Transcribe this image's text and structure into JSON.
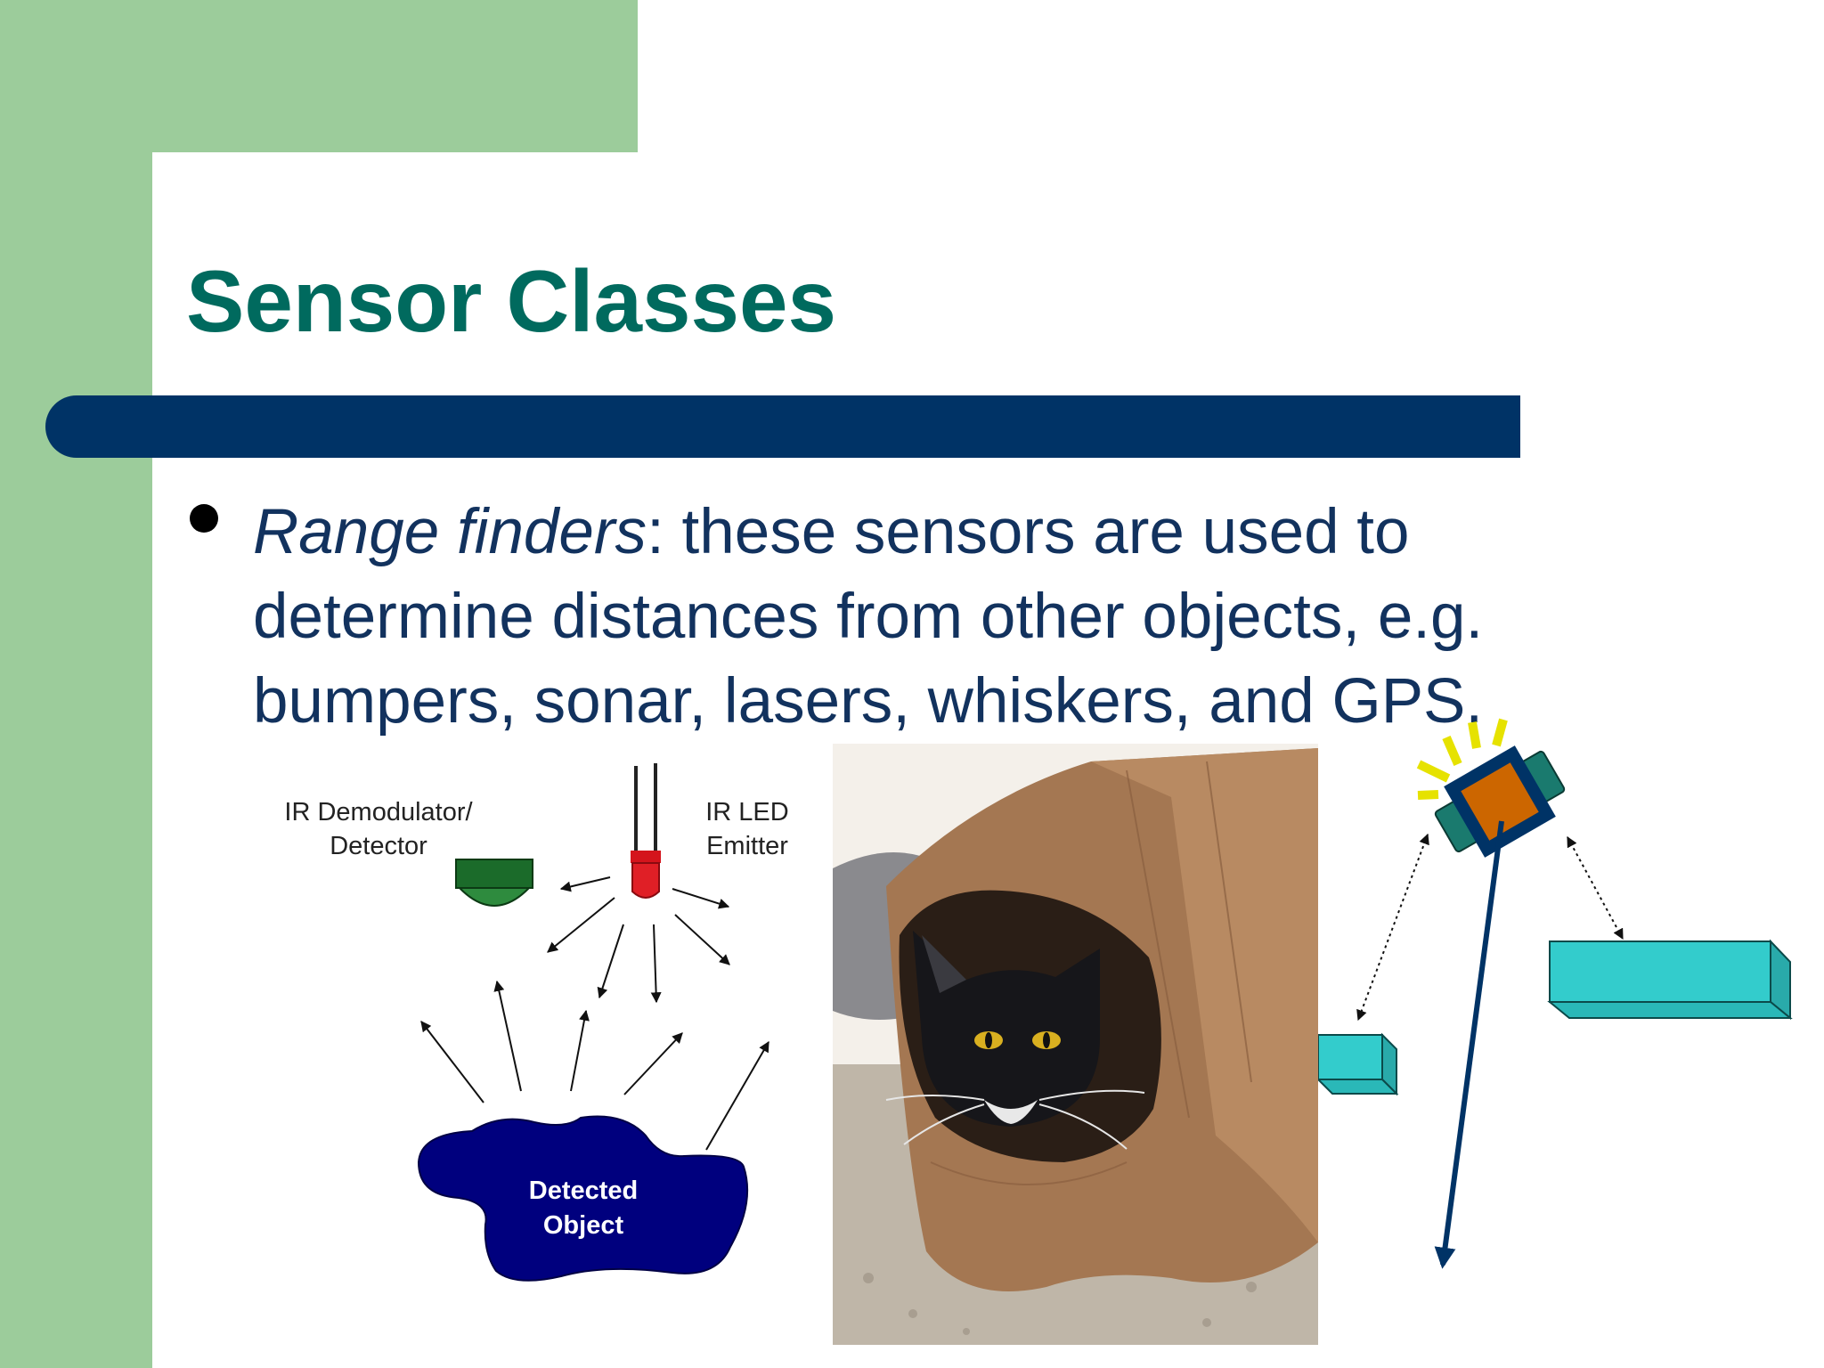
{
  "slide": {
    "title": "Sensor Classes",
    "bullet": {
      "term": "Range finders",
      "text": ": these sensors are used to determine distances from other objects, e.g. bumpers, sonar, lasers, whiskers, and GPS."
    }
  },
  "ir_diagram": {
    "detector_label_line1": "IR Demodulator/",
    "detector_label_line2": "Detector",
    "emitter_label_line1": "IR LED",
    "emitter_label_line2": "Emitter",
    "object_label_line1": "Detected",
    "object_label_line2": "Object"
  },
  "colors": {
    "green_panel": "#9ccc9b",
    "title_text": "#006a5e",
    "title_bar": "#003366",
    "body_text": "#12325e",
    "detected_object": "#00007e",
    "robot_body": "#1a7a6e",
    "robot_core": "#cc6600",
    "wall_blocks": "#33cccc"
  }
}
